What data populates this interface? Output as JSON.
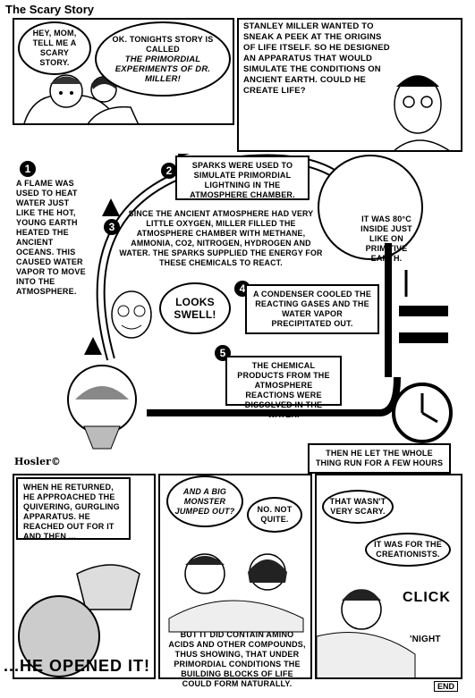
{
  "page": {
    "title": "The Scary Story",
    "signature": "Hosler©",
    "end_mark": "END"
  },
  "panel1": {
    "kid_bubble": "HEY, MOM, TELL ME A SCARY STORY.",
    "mom_bubble_lead": "OK. TONIGHTS STORY IS CALLED",
    "mom_bubble_title": "THE PRIMORDIAL EXPERIMENTS OF DR. MILLER!"
  },
  "panel2": {
    "narration": "STANLEY MILLER WANTED TO SNEAK A PEEK AT THE ORIGINS OF LIFE ITSELF. SO HE DESIGNED AN APPARATUS THAT WOULD SIMULATE THE CONDITIONS ON ANCIENT EARTH. COULD HE CREATE LIFE?"
  },
  "diagram": {
    "step1_num": "1",
    "step1_text": "A FLAME WAS USED TO HEAT WATER JUST LIKE THE HOT, YOUNG EARTH HEATED THE ANCIENT OCEANS. THIS CAUSED WATER VAPOR TO MOVE INTO THE ATMOSPHERE.",
    "step2_num": "2",
    "step2_text": "SPARKS WERE USED TO SIMULATE PRIMORDIAL LIGHTNING IN THE ATMOSPHERE CHAMBER.",
    "step3_num": "3",
    "step3_text": "SINCE THE ANCIENT ATMOSPHERE HAD VERY LITTLE OXYGEN, MILLER FILLED THE ATMOSPHERE CHAMBER WITH METHANE, AMMONIA, CO2, NITROGEN, HYDROGEN AND WATER. THE SPARKS SUPPLIED THE ENERGY FOR THESE CHEMICALS TO REACT.",
    "chamber_text": "IT WAS 80°C INSIDE JUST LIKE ON PRIMITIVE EARTH.",
    "miller_bubble": "LOOKS SWELL!",
    "step4_num": "4",
    "step4_text": "A CONDENSER COOLED THE REACTING GASES AND THE WATER VAPOR PRECIPITATED OUT.",
    "step5_num": "5",
    "step5_text": "THE CHEMICAL PRODUCTS FROM THE ATMOSPHERE REACTIONS WERE DISSOLVED IN THE WATER.",
    "clock_caption": "THEN HE LET THE WHOLE THING RUN FOR A FEW HOURS"
  },
  "panel3": {
    "narration": "WHEN HE RETURNED, HE APPROACHED THE QUIVERING, GURGLING APPARATUS. HE REACHED OUT FOR IT AND THEN ...",
    "exclaim": "...HE OPENED IT!"
  },
  "panel4": {
    "kid_bubble": "AND A BIG MONSTER JUMPED OUT?",
    "mom_bubble": "NO. NOT QUITE.",
    "narration": "BUT IT DID CONTAIN AMINO ACIDS AND OTHER COMPOUNDS, THUS SHOWING, THAT UNDER PRIMORDIAL CONDITIONS THE BUILDING BLOCKS OF LIFE COULD FORM NATURALLY."
  },
  "panel5": {
    "kid_bubble": "THAT WASN'T VERY SCARY.",
    "mom_bubble": "IT WAS FOR THE CREATIONISTS.",
    "sfx": "CLICK",
    "mom_night": "'NIGHT"
  }
}
